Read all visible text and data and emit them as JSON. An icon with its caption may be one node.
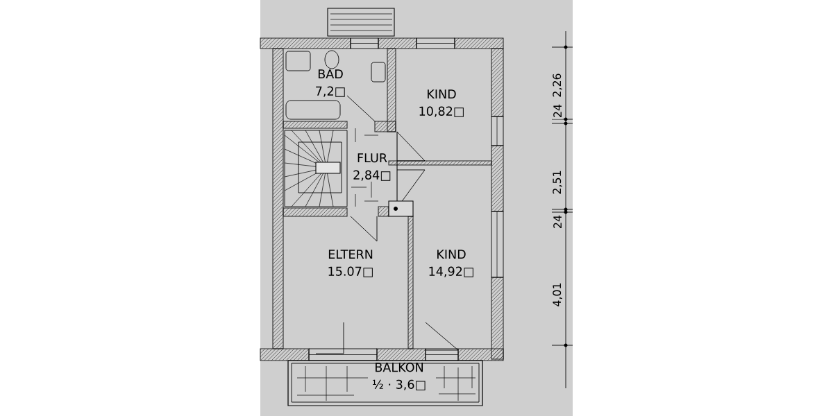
{
  "diagram": {
    "nodes": [
      {
        "text": [
          "BAD",
          "7,2□"
        ]
      },
      {
        "text": [
          "KIND",
          "10,82□"
        ]
      },
      {
        "text": [
          "FLUR",
          "2,84□"
        ]
      },
      {
        "text": [
          "ELTERN",
          "15.07□"
        ]
      },
      {
        "text": [
          "KIND",
          "14,92□"
        ]
      },
      {
        "text": [
          "BALKON",
          "½ · 3,6□"
        ]
      }
    ],
    "labels": [
      "2,26",
      "24",
      "2,51",
      "24",
      "4,01"
    ]
  }
}
